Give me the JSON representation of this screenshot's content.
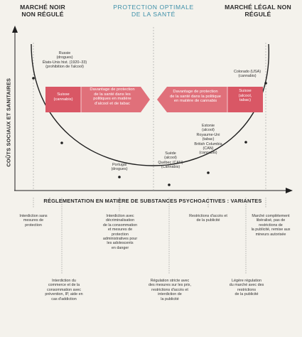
{
  "headers": {
    "left": "MARCHÉ NOIR\nNON RÉGULÉ",
    "center": "PROTECTION OPTIMALE\nDE LA SANTÉ",
    "right": "MARCHÉ LÉGAL NON\nRÉGULÉ"
  },
  "axes": {
    "y_label": "COÛTS SOCIAUX ET SANITAIRES",
    "x_label": "RÉGLEMENTATION EN MATIÈRE DE SUBSTANCES PSYCHOACTIVES : VARIANTES"
  },
  "arrows": {
    "left_box": "Suisse\n(cannabis)",
    "left_text": "Davantage de protection\nde la santé dans les\npolitiques en matière\nd'alcool et de tabac",
    "right_text": "Davantage de protection\nde la santé dans la politique\nen matière de cannabis",
    "right_box": "Suisse\n(alcool,\ntabac)"
  },
  "curve_labels": {
    "russia": "Russie\n(drogues)\nÉtats-Unis hist. (1920–33)\n(prohibition de l'alcool)",
    "portugal": "Portugal\n(drogues)",
    "suede_quebec": "Suède\n(alcool)\nQuébec (CAN)\n(Cannabis)",
    "estonie": "Estonie\n(alcool)\nRoyaume-Uni\n(tabac)\nBritish Columbia\n(CAN)\n(cannabis)",
    "colorado": "Colorado (USA)\n(cannabis)"
  },
  "variants": {
    "v1": "Interdiction sans\nmesures de\nprotection",
    "v2": "Interdiction avec\ndécriminalisation\nde la consommation\net mesures de\nprotection\nadministratives pour\nles adolescents\nen danger",
    "v3": "Restrictions d'accès et\nde la publicité",
    "v4": "Marché complètement\nlibéralisé, pas de\nrestrictions de\nla publicité, remise aux\nmineurs autorisée",
    "v5": "Interdiction du\ncommerce et de la\nconsommation avec\nprévention, IP, aide en\ncas d'addiction",
    "v6": "Régulation stricte avec\ndes mesures sur les prix,\nrestrictions d'accès et\ninterdiction de\nla publicité",
    "v7": "Légère régulation\ndu marché avec des\nrestrictions\nde la publicité"
  },
  "colors": {
    "curve": "#1f1f1f",
    "arrow_fill": "#e0707a",
    "arrow_box": "#d95765",
    "teal": "#3c8fa8",
    "dash": "#9a9a9a"
  }
}
